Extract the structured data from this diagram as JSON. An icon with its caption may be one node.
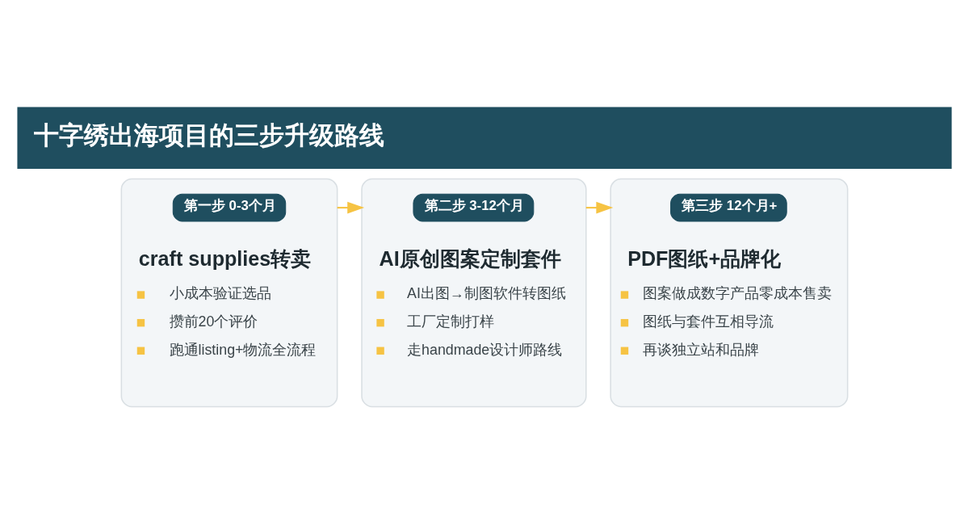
{
  "diagram": {
    "title": "十字绣出海项目的三步升级路线",
    "nodes": [
      {
        "text": [
          "craft supplies转卖",
          "小成本验证选品",
          "攒前20个评价",
          "跑通listing+物流全流程"
        ]
      },
      {
        "text": [
          "第一步 0-3个月"
        ],
        "in": 0
      },
      {
        "text": [
          "AI原创图案定制套件",
          "AI出图→制图软件转图纸",
          "工厂定制打样",
          "走handmade设计师路线"
        ]
      },
      {
        "text": [
          "第二步 3-12个月"
        ],
        "in": 2
      },
      {
        "text": [
          "PDF图纸+品牌化",
          "图案做成数字产品零成本售卖",
          "图纸与套件互相导流",
          "再谈独立站和品牌"
        ]
      },
      {
        "text": [
          "第三步 12个月+"
        ],
        "in": 4
      }
    ],
    "edges": [
      {
        "from": 0,
        "to": 2,
        "arrow": "to"
      },
      {
        "from": 2,
        "to": 4,
        "arrow": "to"
      }
    ]
  }
}
